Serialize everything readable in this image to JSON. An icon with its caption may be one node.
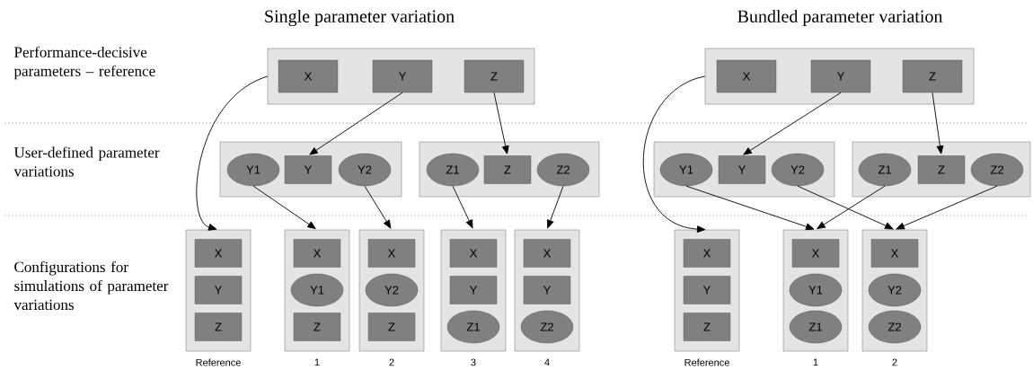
{
  "diagram": {
    "nodes": [
      {
        "text": [],
        "shape": "box"
      },
      {
        "text": [
          "X"
        ],
        "in": 0
      },
      {
        "text": [
          "Y"
        ],
        "in": 0
      },
      {
        "text": [
          "Z"
        ],
        "in": 0
      },
      {
        "text": [],
        "shape": "box"
      },
      {
        "text": [
          "Y1"
        ],
        "in": 4
      },
      {
        "text": [
          "Y"
        ],
        "in": 4
      },
      {
        "text": [
          "Y2"
        ],
        "in": 4
      },
      {
        "text": [],
        "shape": "box"
      },
      {
        "text": [
          "Z1"
        ],
        "in": 8
      },
      {
        "text": [
          "Z"
        ],
        "in": 8
      },
      {
        "text": [
          "Z2"
        ],
        "in": 8
      },
      {
        "text": [],
        "shape": "box",
        "beside": [
          "Reference"
        ]
      },
      {
        "text": [
          "X"
        ],
        "in": 12
      },
      {
        "text": [
          "Y"
        ],
        "in": 12
      },
      {
        "text": [
          "Z"
        ],
        "in": 12
      },
      {
        "text": [],
        "shape": "box",
        "beside": [
          "1"
        ]
      },
      {
        "text": [
          "X"
        ],
        "in": 16
      },
      {
        "text": [
          "Y1"
        ],
        "in": 16
      },
      {
        "text": [
          "Z"
        ],
        "in": 16
      },
      {
        "text": [],
        "shape": "box",
        "beside": [
          "2"
        ]
      },
      {
        "text": [
          "X"
        ],
        "in": 20
      },
      {
        "text": [
          "Y2"
        ],
        "in": 20
      },
      {
        "text": [
          "Z"
        ],
        "in": 20
      },
      {
        "text": [],
        "shape": "box",
        "beside": [
          "3"
        ]
      },
      {
        "text": [
          "X"
        ],
        "in": 24
      },
      {
        "text": [
          "Y"
        ],
        "in": 24
      },
      {
        "text": [
          "Z1"
        ],
        "in": 24
      },
      {
        "text": [],
        "shape": "box",
        "beside": [
          "4"
        ]
      },
      {
        "text": [
          "X"
        ],
        "in": 28
      },
      {
        "text": [
          "Y"
        ],
        "in": 28
      },
      {
        "text": [
          "Z2"
        ],
        "in": 28
      },
      {
        "text": [],
        "shape": "box"
      },
      {
        "text": [
          "X"
        ],
        "in": 32
      },
      {
        "text": [
          "Y"
        ],
        "in": 32
      },
      {
        "text": [
          "Z"
        ],
        "in": 32
      },
      {
        "text": [],
        "shape": "box"
      },
      {
        "text": [
          "Y1"
        ],
        "in": 36
      },
      {
        "text": [
          "Y"
        ],
        "in": 36
      },
      {
        "text": [
          "Y2"
        ],
        "in": 36
      },
      {
        "text": [],
        "shape": "box"
      },
      {
        "text": [
          "Z1"
        ],
        "in": 40
      },
      {
        "text": [
          "Z"
        ],
        "in": 40
      },
      {
        "text": [
          "Z2"
        ],
        "in": 40
      },
      {
        "text": [],
        "shape": "box",
        "beside": [
          "Reference"
        ]
      },
      {
        "text": [
          "X"
        ],
        "in": 44
      },
      {
        "text": [
          "Y"
        ],
        "in": 44
      },
      {
        "text": [
          "Z"
        ],
        "in": 44
      },
      {
        "text": [],
        "shape": "box",
        "beside": [
          "1"
        ]
      },
      {
        "text": [
          "X"
        ],
        "in": 48
      },
      {
        "text": [
          "Y1"
        ],
        "in": 48
      },
      {
        "text": [
          "Z1"
        ],
        "in": 48
      },
      {
        "text": [],
        "shape": "box",
        "beside": [
          "2"
        ]
      },
      {
        "text": [
          "X"
        ],
        "in": 52
      },
      {
        "text": [
          "Y2"
        ],
        "in": 52
      },
      {
        "text": [
          "Z2"
        ],
        "in": 52
      }
    ],
    "edges": [
      {
        "from": 0,
        "to": 12,
        "arrow": "to"
      },
      {
        "from": 2,
        "to": 6,
        "arrow": "to"
      },
      {
        "from": 3,
        "to": 10,
        "arrow": "to"
      },
      {
        "from": 5,
        "to": 16,
        "arrow": "to"
      },
      {
        "from": 7,
        "to": 20,
        "arrow": "to"
      },
      {
        "from": 9,
        "to": 24,
        "arrow": "to"
      },
      {
        "from": 11,
        "to": 28,
        "arrow": "to"
      },
      {
        "from": 32,
        "to": 44,
        "arrow": "to"
      },
      {
        "from": 34,
        "to": 38,
        "arrow": "to"
      },
      {
        "from": 35,
        "to": 42,
        "arrow": "to"
      },
      {
        "from": 37,
        "to": 48,
        "arrow": "to"
      },
      {
        "from": 41,
        "to": 48,
        "arrow": "to"
      },
      {
        "from": 39,
        "to": 52,
        "arrow": "to"
      },
      {
        "from": 43,
        "to": 52,
        "arrow": "to"
      }
    ],
    "labels": [
      "Single parameter variation",
      "Bundled parameter variation",
      "Performance-decisive parameters – reference",
      "User-defined parameter variations",
      "Configurations for simulations of parameter variations"
    ]
  }
}
